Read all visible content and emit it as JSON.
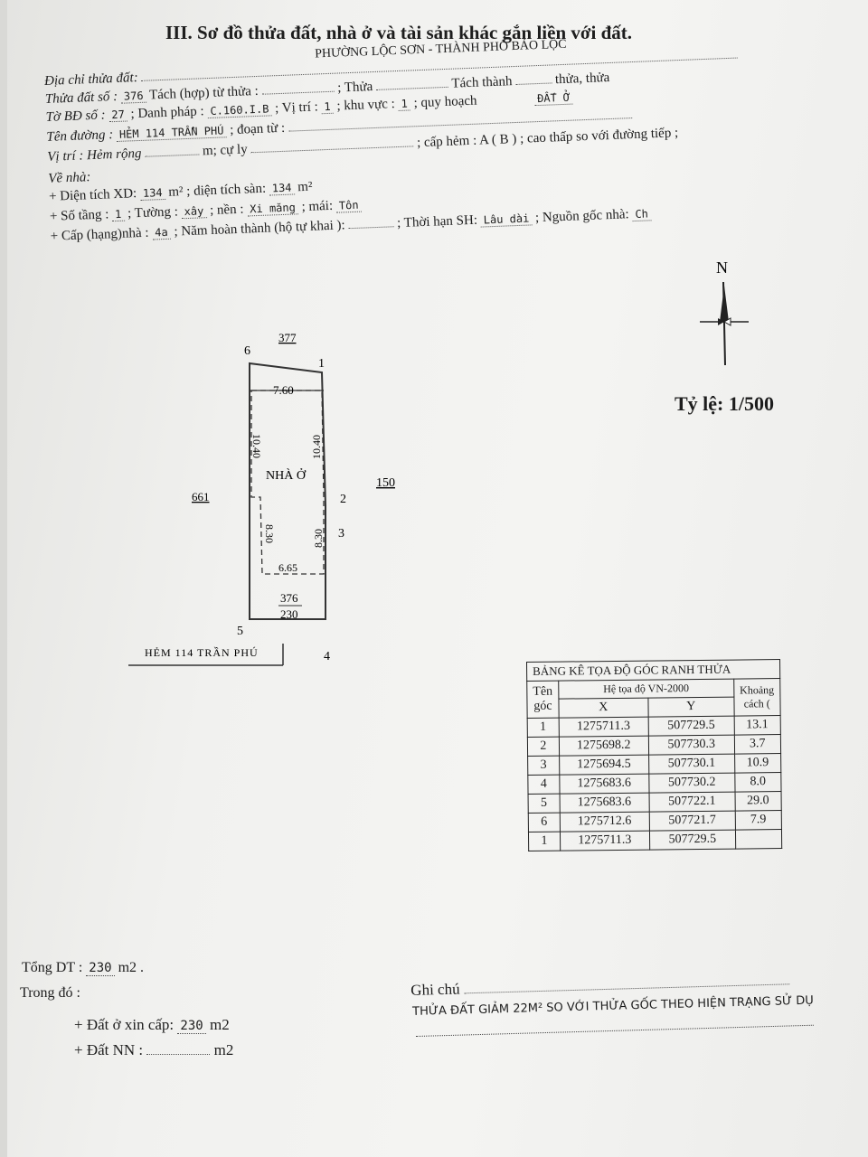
{
  "title": "III. Sơ đồ thửa đất, nhà ở và tài sản khác gắn liền với đất.",
  "form": {
    "address_header": "PHƯỜNG LỘC SƠN - THÀNH PHỐ BẢO LỘC",
    "row1_label": "Địa chỉ thửa đất:",
    "row2_label": "Thửa đất số :",
    "row2_parcel": "376",
    "row2_text": "Tách (hợp) từ thửa :",
    "row2_text2": "; Thửa",
    "row2_text3": "Tách thành",
    "row2_text4": "thửa, thửa",
    "row3_label": "Tờ BĐ số :",
    "row3_sheet": "27",
    "row3_text": "; Danh pháp :",
    "row3_code": "C.160.I.B",
    "row3_text2": "; Vị trí :",
    "row3_pos": "1",
    "row3_text3": "; khu vực :",
    "row3_area": "1",
    "row3_text4": "; quy hoạch",
    "row3_plan": "ĐẤT Ở",
    "row4_label": "Tên đường :",
    "row4_road": "HẺM 114 TRẦN PHÚ",
    "row4_text": "; đoạn từ :",
    "row5_label": "Vị trí : Hẻm rộng",
    "row5_text": "m; cự ly",
    "row5_text2": "; cấp hẻm : A ( B ) ; cao thấp so với đường tiếp ;",
    "row6_label": "Về nhà:",
    "row7_label": "+ Diện tích XD:",
    "row7_value": "134",
    "row7_text": "m² ; diện tích sàn:",
    "row7_value2": "134",
    "row7_unit": "m²",
    "row8_label": "+ Số tầng :",
    "row8_floors": "1",
    "row8_text": "; Tường :",
    "row8_wall": "xây",
    "row8_text2": "; nền :",
    "row8_floor": "Xi măng",
    "row8_text3": "; mái:",
    "row8_roof": "Tôn",
    "row9_label": "+ Cấp (hạng)nhà :",
    "row9_grade": "4a",
    "row9_text": "; Năm hoàn thành (hộ tự khai ):",
    "row9_text2": "; Thời hạn SH:",
    "row9_term": "Lâu dài",
    "row9_text3": "; Nguồn gốc nhà:",
    "row9_origin": "Ch"
  },
  "compass": {
    "label": "N"
  },
  "scale": "Tỷ lệ: 1/500",
  "plan": {
    "neighbor_top": "377",
    "neighbor_left": "661",
    "neighbor_right": "150",
    "top_width": "7.60",
    "left_upper": "10.40",
    "right_upper": "10.40",
    "left_lower": "8.30",
    "right_lower": "8.30",
    "bottom_width": "6.65",
    "house_label": "NHÀ Ở",
    "parcel_num": "376",
    "parcel_area": "230",
    "road_label": "HẺM 114 TRẦN PHÚ",
    "points": [
      "1",
      "2",
      "3",
      "4",
      "5",
      "6"
    ]
  },
  "coord_table": {
    "title": "BẢNG KÊ TỌA ĐỘ GÓC RANH THỬA",
    "col_name": "Tên",
    "col_name2": "góc",
    "col_coord": "Hệ tọa độ VN-2000",
    "col_x": "X",
    "col_y": "Y",
    "col_dist": "Khoảng",
    "col_dist2": "cách (",
    "rows": [
      [
        "1",
        "1275711.3",
        "507729.5",
        "13.1"
      ],
      [
        "2",
        "1275698.2",
        "507730.3",
        "3.7"
      ],
      [
        "3",
        "1275694.5",
        "507730.1",
        "10.9"
      ],
      [
        "4",
        "1275683.6",
        "507730.2",
        "8.0"
      ],
      [
        "5",
        "1275683.6",
        "507722.1",
        "29.0"
      ],
      [
        "6",
        "1275712.6",
        "507721.7",
        "7.9"
      ],
      [
        "1",
        "1275711.3",
        "507729.5",
        ""
      ]
    ]
  },
  "totals": {
    "total_label": "Tổng DT :",
    "total_value": "230",
    "total_unit": "m2 .",
    "among": "Trong đó :",
    "residential_label": "+ Đất ở xin cấp:",
    "residential_value": "230",
    "residential_unit": "m2",
    "agri_label": "+ Đất NN :",
    "agri_unit": "m2"
  },
  "notes": {
    "label": "Ghi chú",
    "text": "THỬA ĐẤT GIẢM 22M² SO VỚI THỬA GỐC THEO HIỆN TRẠNG SỬ DỤ"
  }
}
